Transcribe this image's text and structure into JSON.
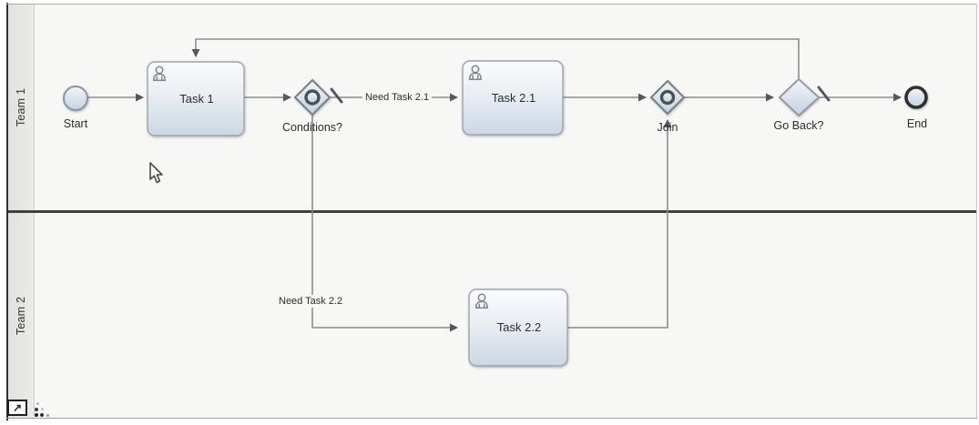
{
  "pool": {
    "lanes": [
      {
        "label": "Team 1"
      },
      {
        "label": "Team 2"
      }
    ]
  },
  "nodes": {
    "start": {
      "label": "Start"
    },
    "task1": {
      "label": "Task 1"
    },
    "conditions": {
      "label": "Conditions?"
    },
    "task21": {
      "label": "Task 2.1"
    },
    "join": {
      "label": "Join"
    },
    "goback": {
      "label": "Go Back?"
    },
    "end": {
      "label": "End"
    },
    "task22": {
      "label": "Task 2.2"
    }
  },
  "edges": {
    "need_task_21": {
      "label": "Need Task 2.1"
    },
    "need_task_22": {
      "label": "Need Task 2.2"
    }
  },
  "icons": {
    "maximize": "↗",
    "user_task": "user-silhouette",
    "default_flow": "slash-marker"
  },
  "colors": {
    "lane_strip": "#e5e5e4",
    "lane_body": "#f7f7f6",
    "lane_divider": "#404040",
    "node_border": "#8f99a4",
    "node_fill_top": "#fafbfd",
    "node_fill_bottom": "#cbd7e4",
    "end_event_border": "#2e2e2e",
    "connector": "#8c8c8c",
    "arrowhead": "#54585c",
    "text": "#2d2d2d"
  }
}
